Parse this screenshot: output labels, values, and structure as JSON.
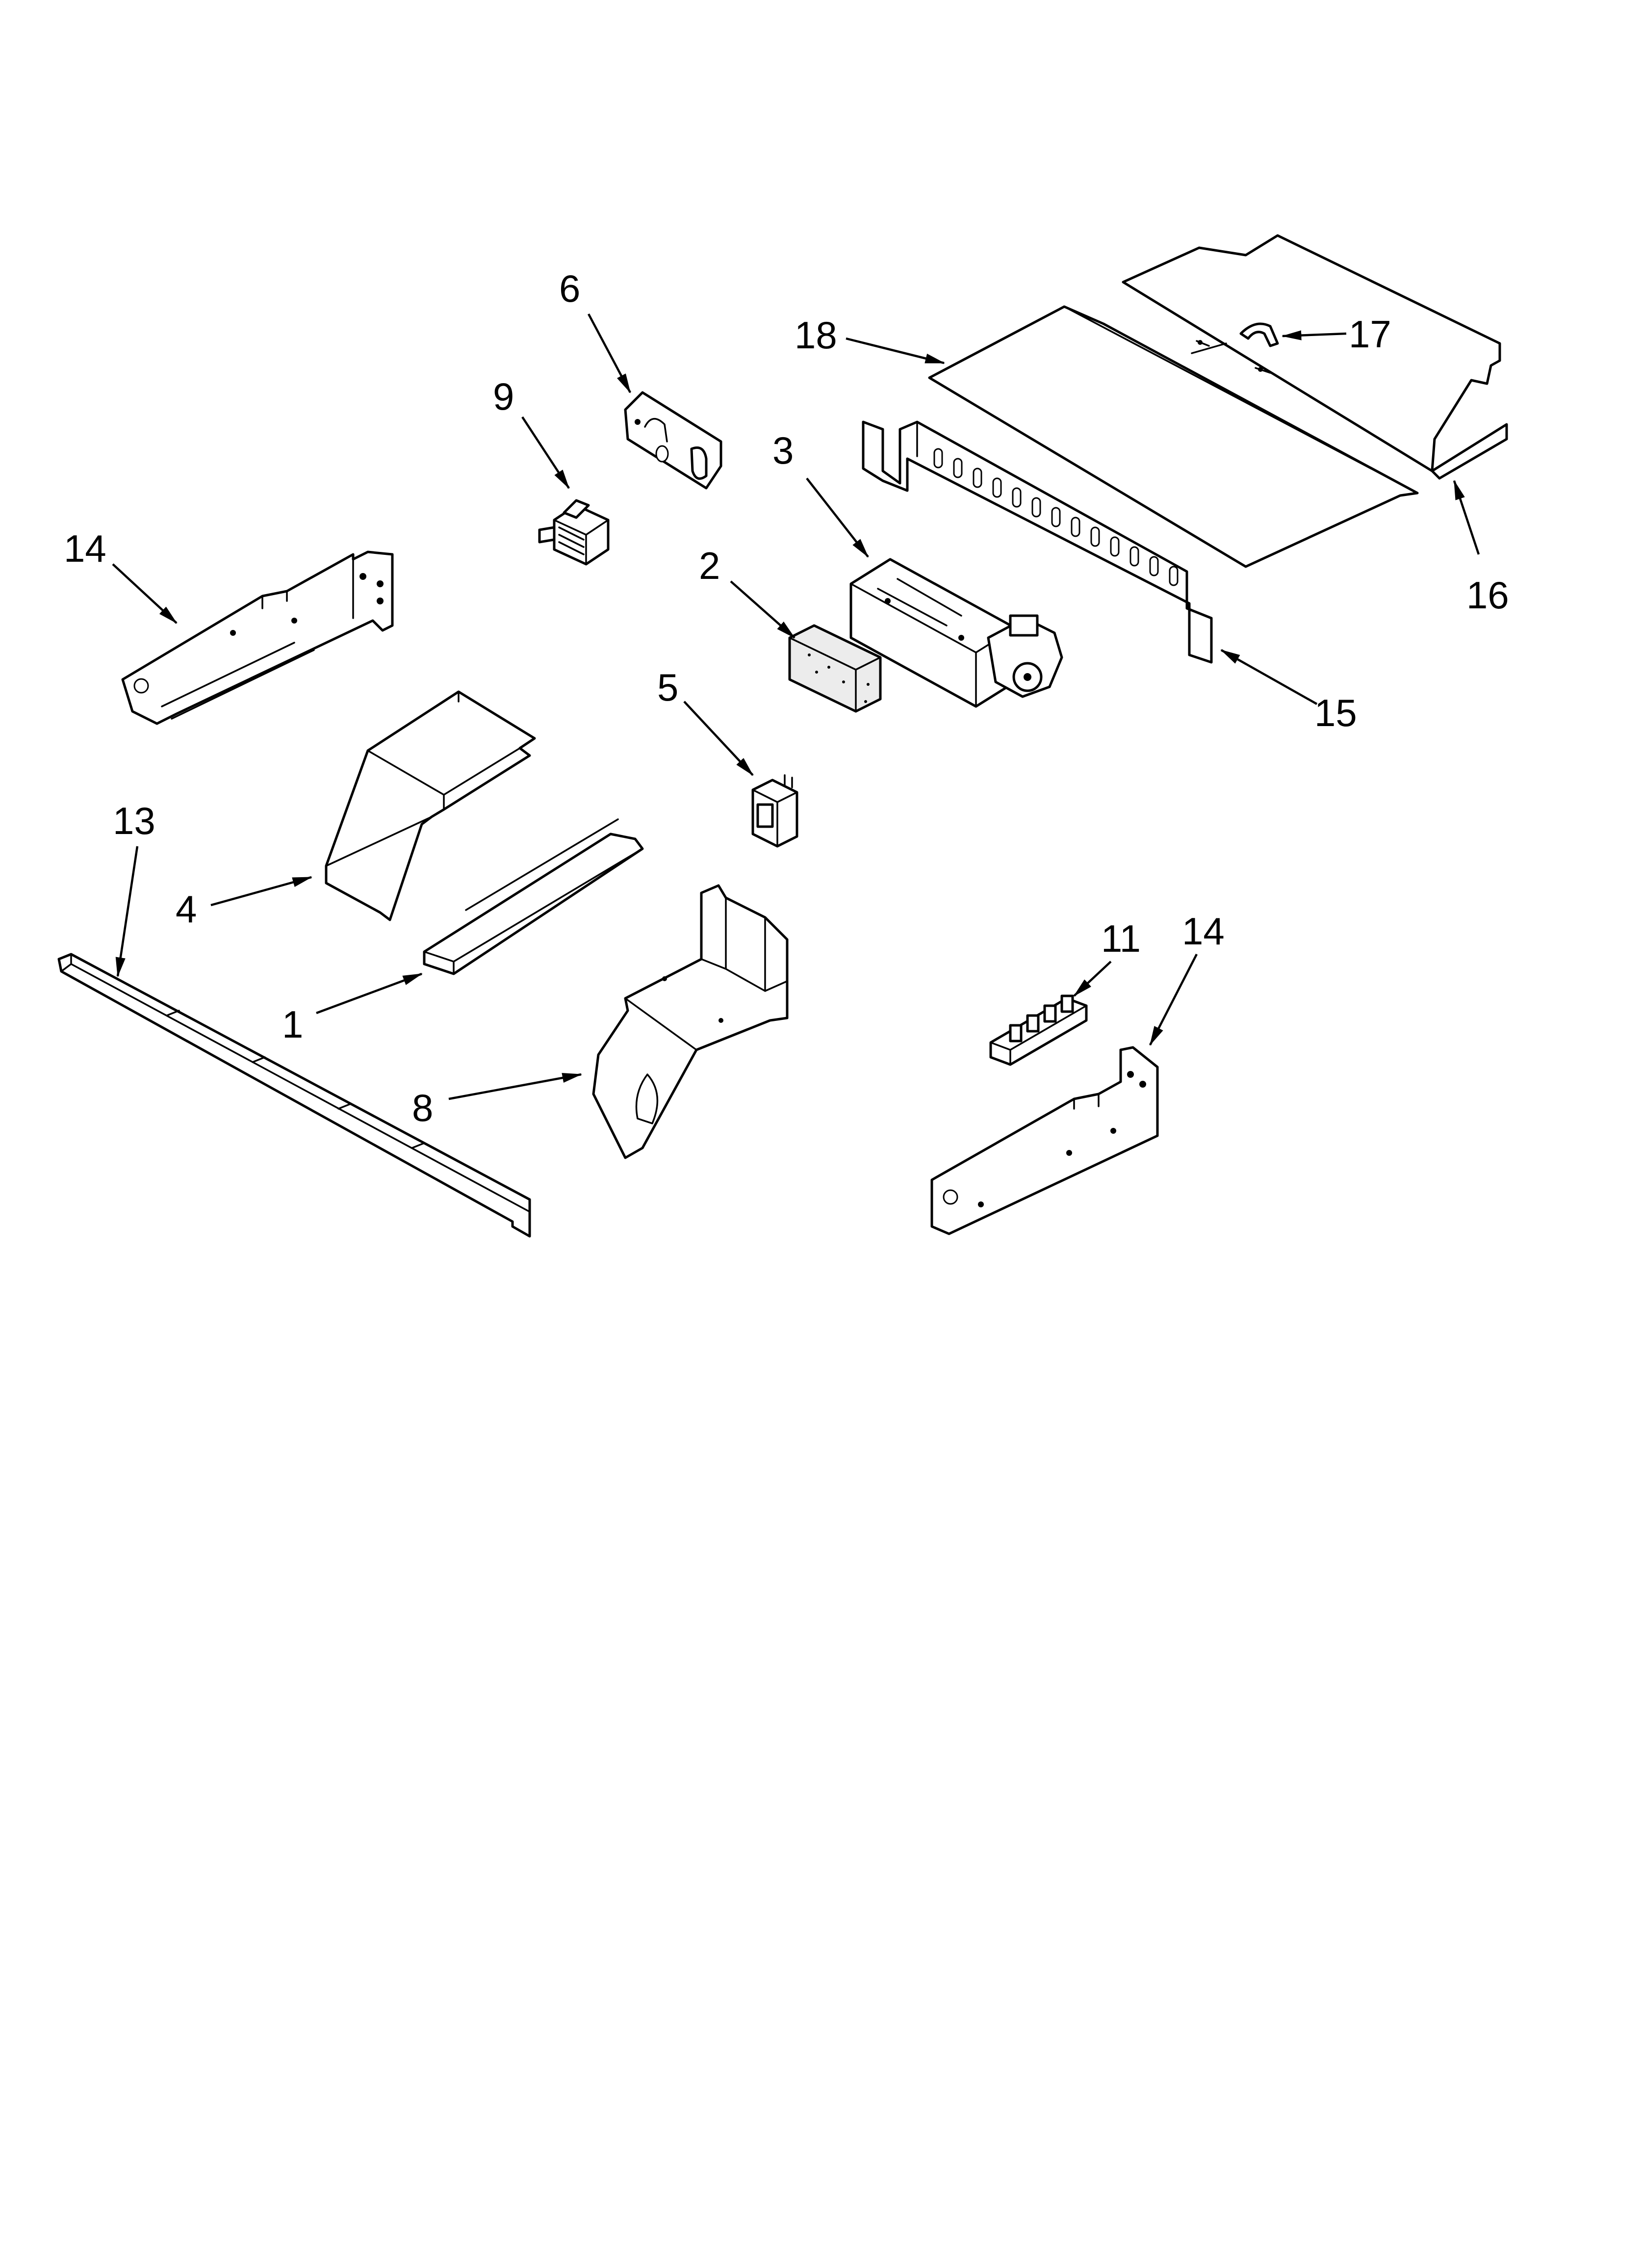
{
  "callouts": {
    "c1": "1",
    "c2": "2",
    "c3": "3",
    "c4": "4",
    "c5": "5",
    "c6": "6",
    "c8": "8",
    "c9": "9",
    "c11": "11",
    "c13": "13",
    "c14a": "14",
    "c14b": "14",
    "c15": "15",
    "c16": "16",
    "c17": "17",
    "c18": "18"
  }
}
